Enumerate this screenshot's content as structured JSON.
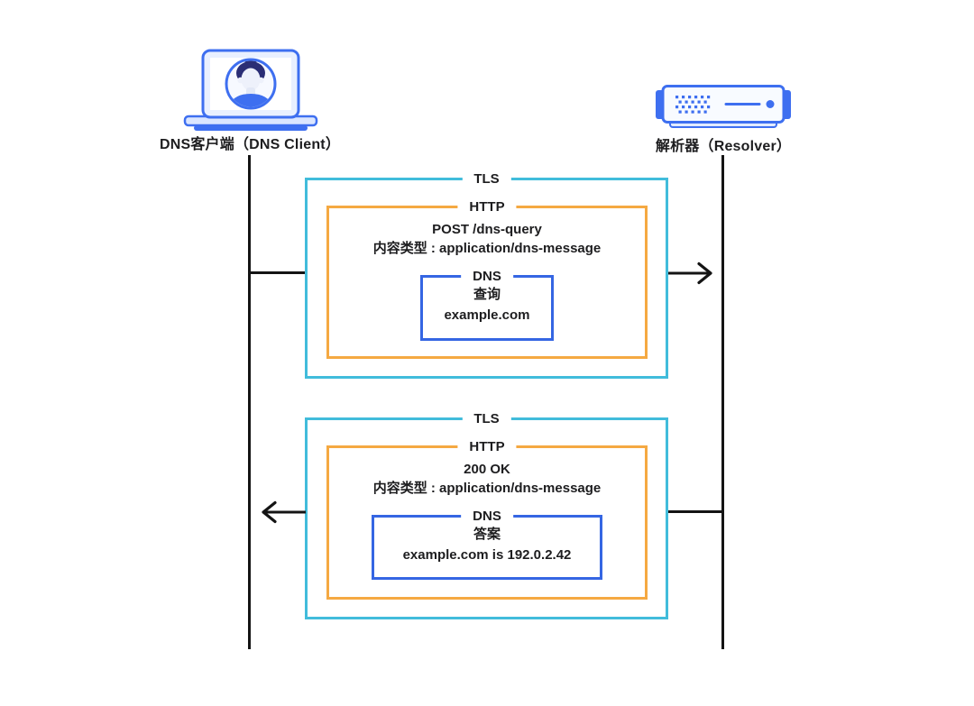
{
  "actors": {
    "client": {
      "label": "DNS客户端（DNS Client）",
      "icon": "laptop-user-icon"
    },
    "resolver": {
      "label": "解析器（Resolver）",
      "icon": "server-icon"
    }
  },
  "messages": {
    "request": {
      "direction": "client-to-resolver",
      "tls_label": "TLS",
      "http_label": "HTTP",
      "http_line1": "POST /dns-query",
      "http_line2": "内容类型 : application/dns-message",
      "dns_label": "DNS",
      "dns_line1": "查询",
      "dns_line2": "example.com"
    },
    "response": {
      "direction": "resolver-to-client",
      "tls_label": "TLS",
      "http_label": "HTTP",
      "http_line1": "200 OK",
      "http_line2": "内容类型 : application/dns-message",
      "dns_label": "DNS",
      "dns_line1": "答案",
      "dns_line2": "example.com is 192.0.2.42"
    }
  },
  "colors": {
    "tls_border": "#41bcdb",
    "http_border": "#f5a942",
    "dns_border": "#3566e3",
    "lifeline": "#141414",
    "icon_blue": "#3e6ff0",
    "icon_navy": "#2b2e75",
    "text": "#1d1d1f"
  }
}
